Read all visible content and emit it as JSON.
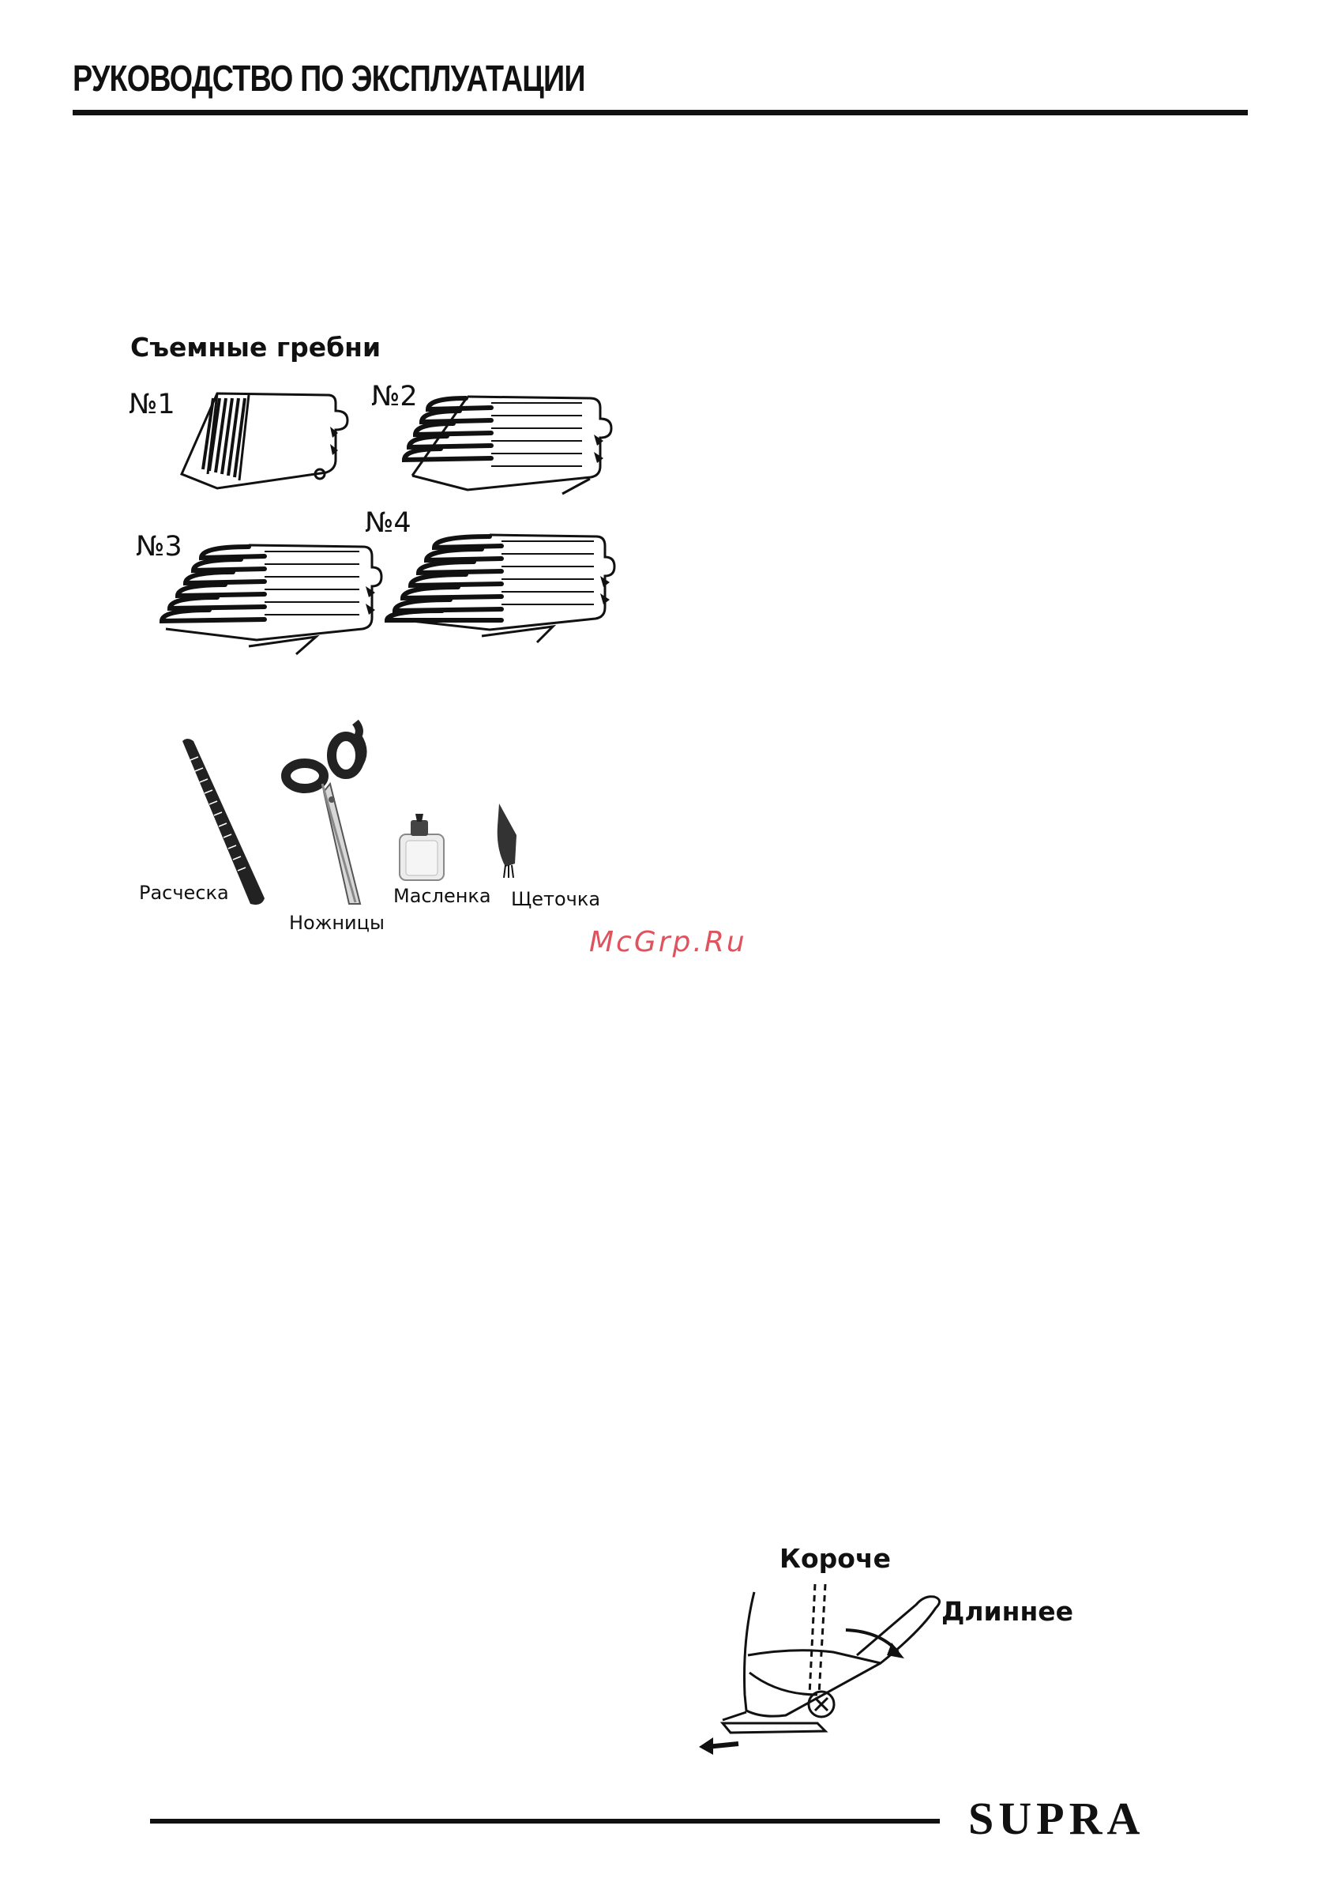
{
  "header": {
    "title": "РУКОВОДСТВО ПО ЭКСПЛУАТАЦИИ"
  },
  "combs": {
    "heading": "Съемные гребни",
    "items": [
      {
        "label": "№1"
      },
      {
        "label": "№2"
      },
      {
        "label": "№3"
      },
      {
        "label": "№4"
      }
    ]
  },
  "accessories": {
    "comb": "Расческа",
    "scissors": "Ножницы",
    "oil": "Масленка",
    "brush": "Щеточка"
  },
  "watermark": "McGrp.Ru",
  "lever_diagram": {
    "shorter": "Короче",
    "longer": "Длиннее"
  },
  "footer": {
    "brand": "SUPRA"
  }
}
